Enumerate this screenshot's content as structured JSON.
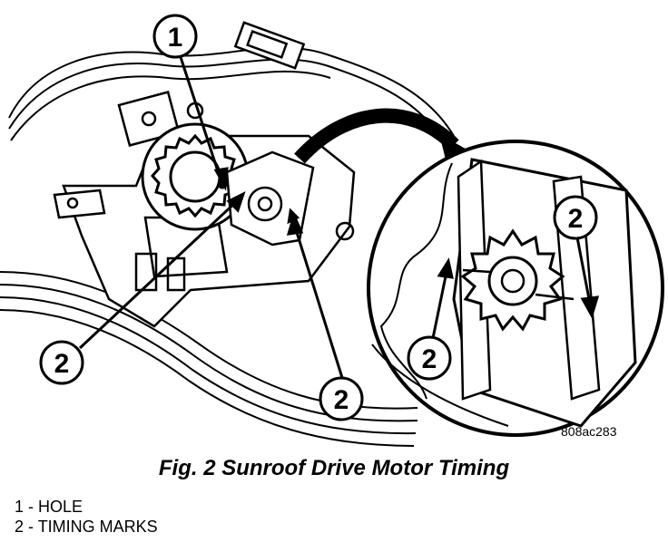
{
  "diagram": {
    "callouts": [
      "1",
      "2",
      "2",
      "2",
      "2"
    ],
    "drawing_code": "808ac283"
  },
  "caption": "Fig. 2 Sunroof Drive Motor Timing",
  "legend": [
    {
      "number": "1",
      "separator": " - ",
      "text": "HOLE"
    },
    {
      "number": "2",
      "separator": " - ",
      "text": "TIMING MARKS"
    }
  ],
  "colors": {
    "ink": "#000000",
    "paper": "#ffffff"
  }
}
